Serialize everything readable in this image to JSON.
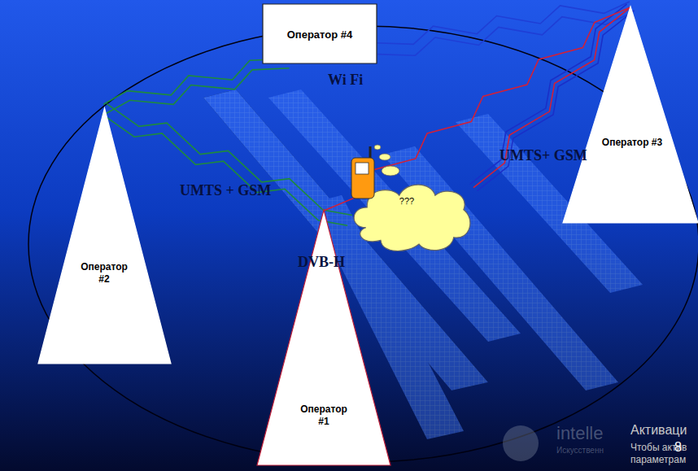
{
  "diagram": {
    "nodes": [
      {
        "text": [
          "Оператор #4"
        ]
      },
      {
        "text": [
          "Оператор #2"
        ]
      },
      {
        "text": [
          "Оператор #3"
        ]
      },
      {
        "text": [
          "???"
        ]
      },
      {
        "text": [
          "Оператор #1"
        ]
      }
    ],
    "edges": [
      {
        "from": 0,
        "to": 1,
        "arrow": "none"
      },
      {
        "from": 1,
        "to": 3,
        "arrow": "none"
      },
      {
        "from": 0,
        "to": 2,
        "arrow": "none"
      },
      {
        "from": 2,
        "to": 3,
        "arrow": "none"
      },
      {
        "from": 4,
        "to": 2,
        "arrow": "none"
      },
      {
        "from": 3,
        "to": 2,
        "arrow": "none"
      }
    ],
    "labels": [
      "Wi Fi",
      "UMTS + GSM",
      "UMTS+ GSM",
      "DVB-H",
      "intelle",
      "Искусственн",
      "Активаци",
      "Чтобы актив",
      "параметрам",
      "8"
    ]
  }
}
